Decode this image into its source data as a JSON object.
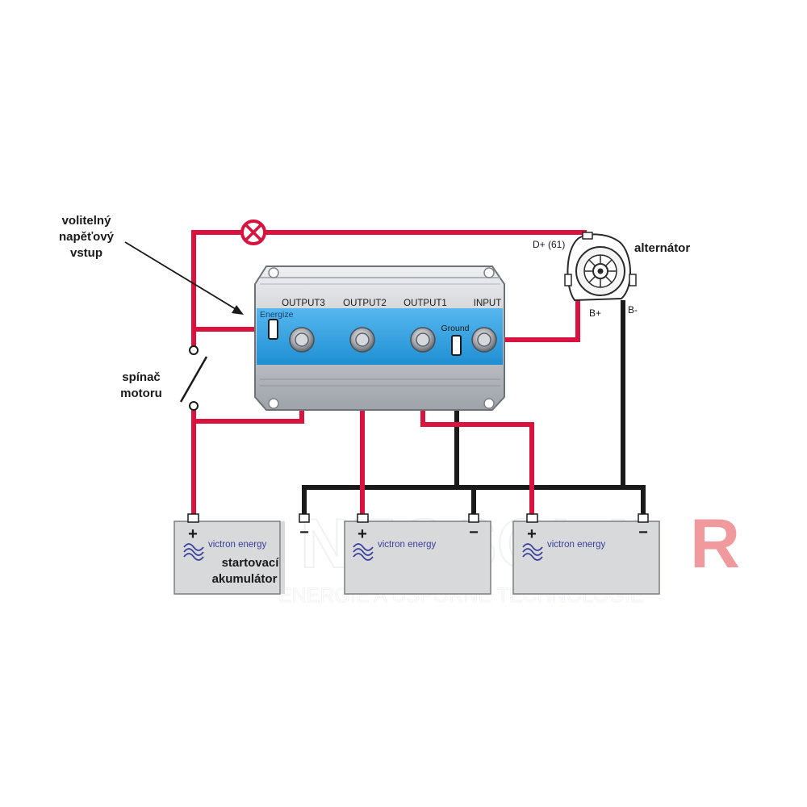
{
  "labels": {
    "optional_input": [
      "volitelný",
      "napěťový",
      "vstup"
    ],
    "engine_switch": [
      "spínač",
      "motoru"
    ],
    "alternator": "alternátor",
    "d_plus": "D+ (61)",
    "b_plus": "B+",
    "b_minus": "B-",
    "starter_battery": [
      "startovací",
      "akumulátor"
    ]
  },
  "isolator": {
    "terminals": [
      "OUTPUT3",
      "OUTPUT2",
      "OUTPUT1",
      "INPUT"
    ],
    "energize": "Energize",
    "ground": "Ground"
  },
  "battery": {
    "brand": "victron energy",
    "plus": "+",
    "minus": "−"
  },
  "watermark": {
    "name_main": "NEOSOLA",
    "name_accent": "R",
    "tagline": "ENERGIE A ÚSPORNÉ TECHNOLOGIE"
  },
  "colors": {
    "positive_wire": "#d9123e",
    "negative_wire": "#1a1a1a",
    "isolator_blue": "#2d9fe0",
    "isolator_body": "#c9ccd1",
    "battery_body": "#d8d9db",
    "brand_text": "#3a3f9a",
    "watermark_accent": "#e2383f"
  }
}
